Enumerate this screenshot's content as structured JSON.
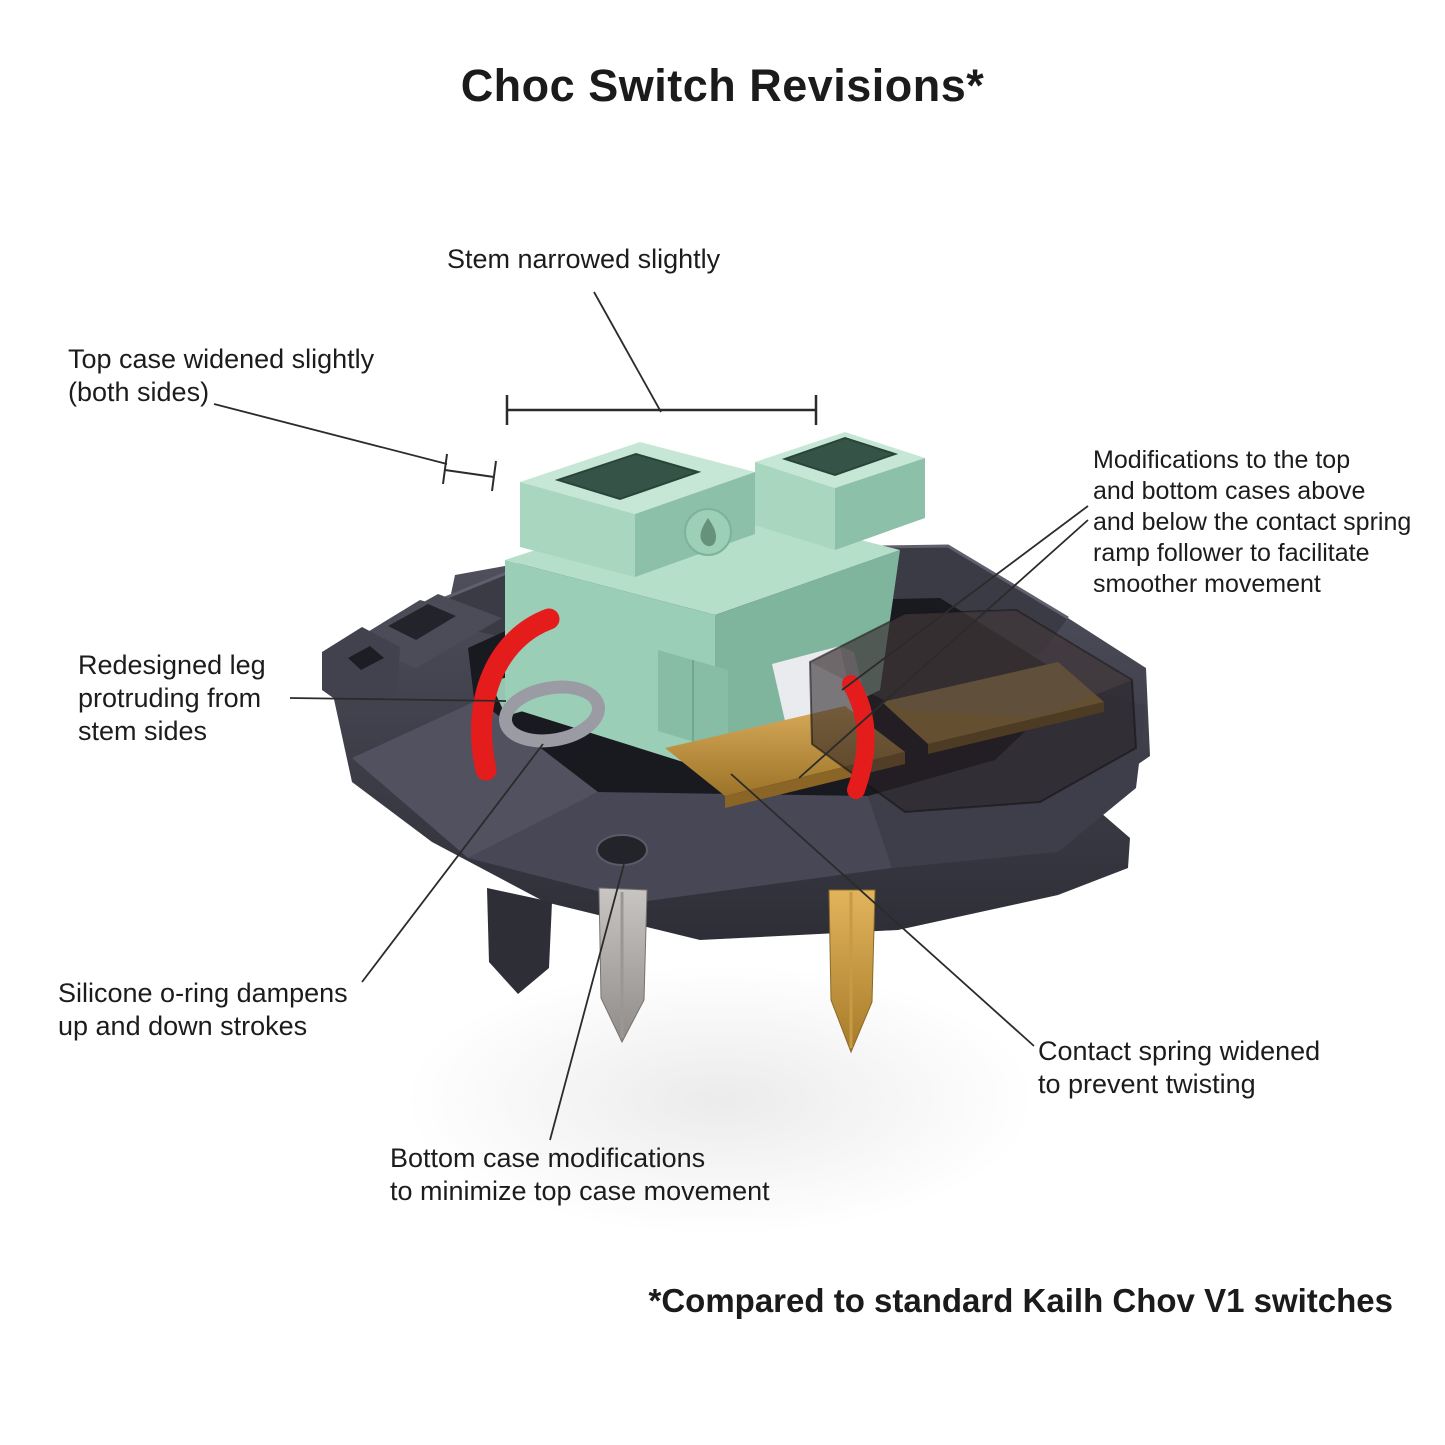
{
  "title": "Choc Switch Revisions*",
  "footnote": "*Compared to standard Kailh Chov V1 switches",
  "annotations": {
    "stem": {
      "text": "Stem narrowed slightly"
    },
    "top_case": {
      "text": "Top case widened slightly\n(both sides)"
    },
    "modifications": {
      "text": "Modifications to the top\nand bottom cases above\nand below the contact spring\nramp follower to facilitate\nsmoother movement"
    },
    "leg": {
      "text": "Redesigned leg\nprotruding from\nstem sides"
    },
    "oring": {
      "text": "Silicone o-ring dampens\nup and down strokes"
    },
    "bottom_case": {
      "text": "Bottom case modifications\nto minimize top case movement"
    },
    "contact_spring": {
      "text": "Contact spring widened\nto prevent twisting"
    }
  },
  "illustration": {
    "subject": "Kailh Choc low-profile keyboard switch cutaway render",
    "parts": [
      "mint-stem",
      "bottom-case",
      "smoke-top-case",
      "gold-contact-spring",
      "silicone-o-ring",
      "red-highlight-marks",
      "silver-pin",
      "gold-pin",
      "dimension-lines"
    ],
    "colors": {
      "stem_mint": "#a8d6bf",
      "case_slate": "#45454f",
      "smoke_case": "#3a3136",
      "contact_gold": "#c49a4a",
      "highlight_red": "#e51c1c",
      "pin_silver": "#b8b4b2",
      "slider_white": "#e9ebef",
      "text": "#1c1c1c",
      "background": "#ffffff"
    }
  }
}
